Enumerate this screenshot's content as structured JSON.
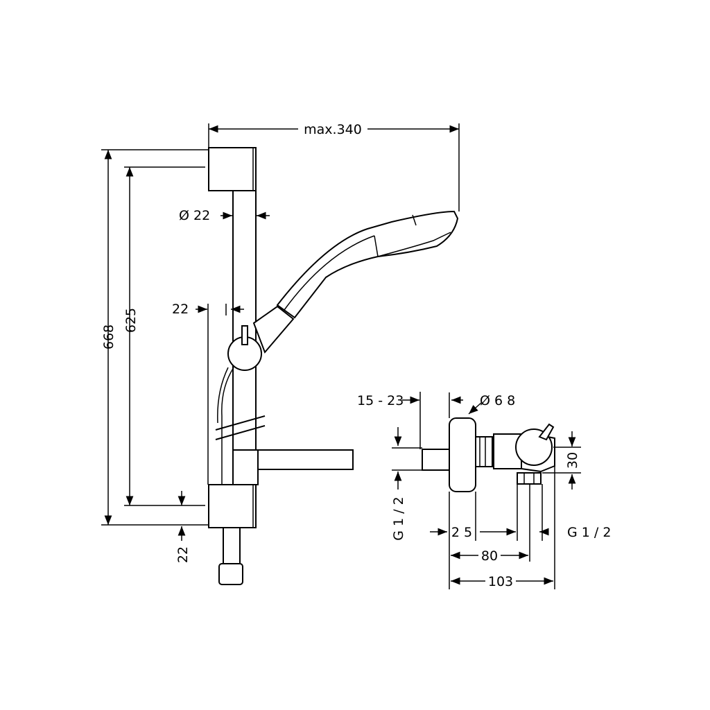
{
  "dimensions": {
    "width_max": "max.340",
    "total_height": "668",
    "rail_height": "625",
    "rail_diameter": "Ø 22",
    "wall_gap": "22",
    "bottom_offset": "22",
    "connection_range": "15 - 23",
    "rosette_diameter": "Ø 6 8",
    "valve_height": "30",
    "thread_left": "G 1 / 2",
    "thread_right": "G 1 / 2",
    "offset_25": "2 5",
    "width_80": "80",
    "width_103": "103"
  }
}
